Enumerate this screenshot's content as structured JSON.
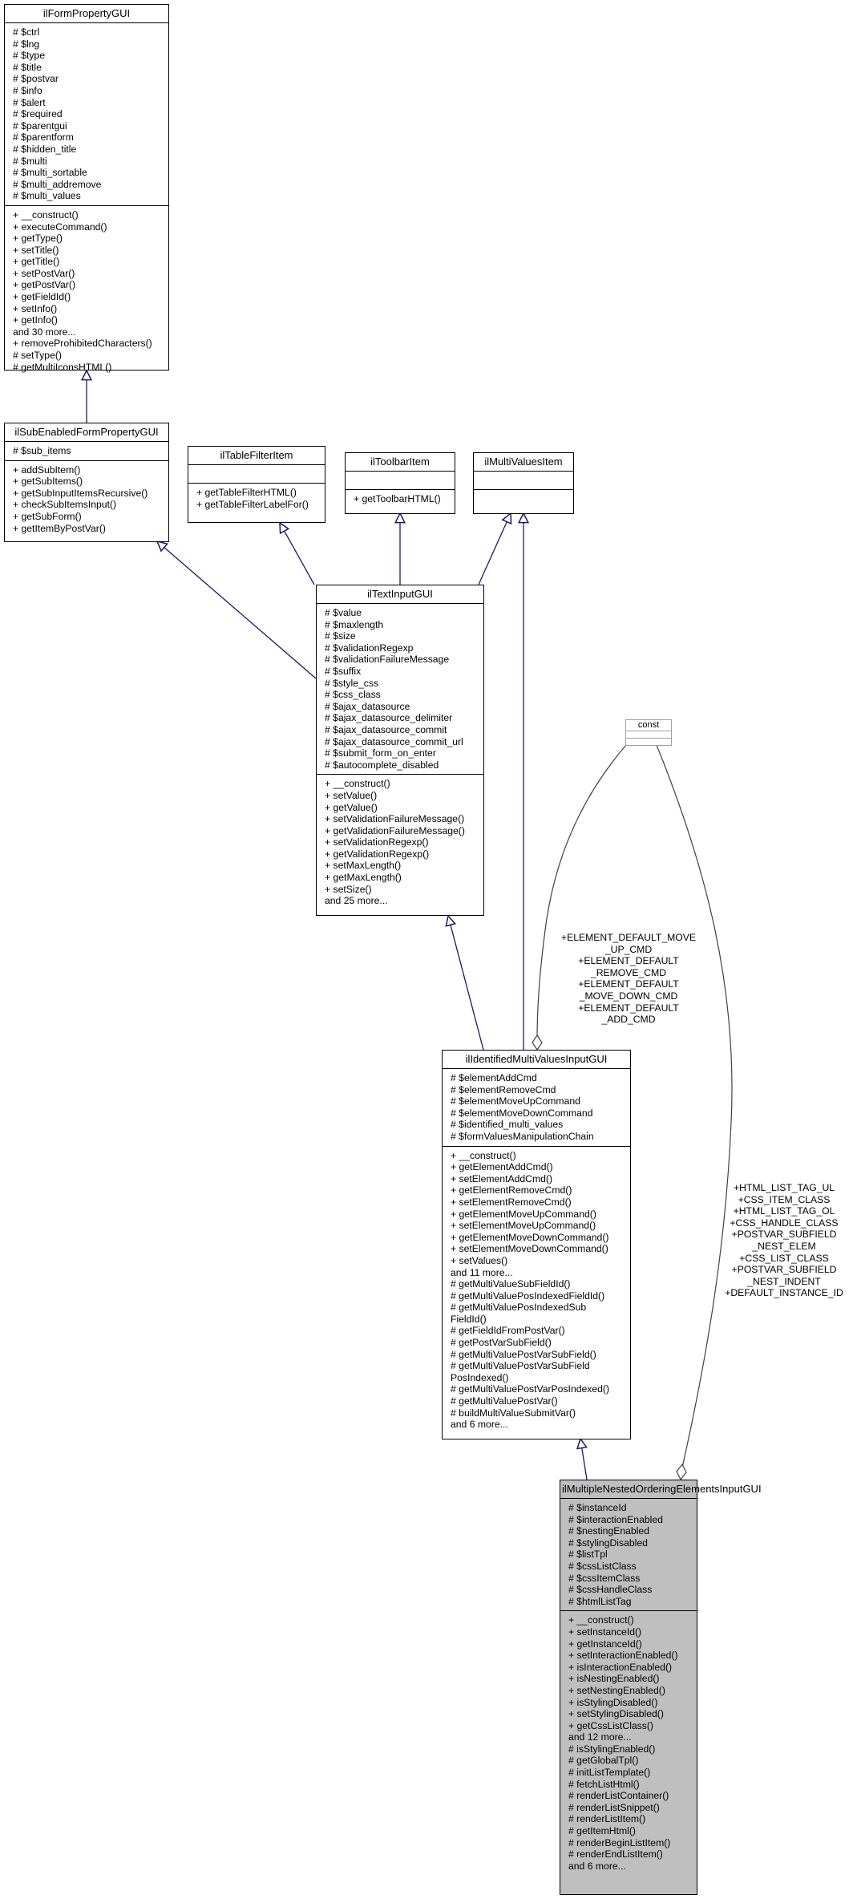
{
  "classes": {
    "ilFormPropertyGUI": {
      "name": "ilFormPropertyGUI",
      "attributes": [
        "# $ctrl",
        "# $lng",
        "# $type",
        "# $title",
        "# $postvar",
        "# $info",
        "# $alert",
        "# $required",
        "# $parentgui",
        "# $parentform",
        "# $hidden_title",
        "# $multi",
        "# $multi_sortable",
        "# $multi_addremove",
        "# $multi_values"
      ],
      "methods": [
        "+ __construct()",
        "+ executeCommand()",
        "+ getType()",
        "+ setTitle()",
        "+ getTitle()",
        "+ setPostVar()",
        "+ getPostVar()",
        "+ getFieldId()",
        "+ setInfo()",
        "+ getInfo()",
        "and 30 more...",
        "+ removeProhibitedCharacters()",
        "# setType()",
        "# getMultiIconsHTML()"
      ]
    },
    "ilSubEnabledFormPropertyGUI": {
      "name": "ilSubEnabledFormPropertyGUI",
      "attributes": [
        "# $sub_items"
      ],
      "methods": [
        "+ addSubItem()",
        "+ getSubItems()",
        "+ getSubInputItemsRecursive()",
        "+ checkSubItemsInput()",
        "+ getSubForm()",
        "+ getItemByPostVar()"
      ]
    },
    "ilTableFilterItem": {
      "name": "ilTableFilterItem",
      "attributes": [],
      "methods": [
        "+ getTableFilterHTML()",
        "+ getTableFilterLabelFor()"
      ]
    },
    "ilToolbarItem": {
      "name": "ilToolbarItem",
      "attributes": [],
      "methods": [
        "+ getToolbarHTML()"
      ]
    },
    "ilMultiValuesItem": {
      "name": "ilMultiValuesItem",
      "attributes": [],
      "methods": []
    },
    "ilTextInputGUI": {
      "name": "ilTextInputGUI",
      "attributes": [
        "# $value",
        "# $maxlength",
        "# $size",
        "# $validationRegexp",
        "# $validationFailureMessage",
        "# $suffix",
        "# $style_css",
        "# $css_class",
        "# $ajax_datasource",
        "# $ajax_datasource_delimiter",
        "# $ajax_datasource_commit",
        "# $ajax_datasource_commit_url",
        "# $submit_form_on_enter",
        "# $autocomplete_disabled"
      ],
      "methods": [
        "+ __construct()",
        "+ setValue()",
        "+ getValue()",
        "+ setValidationFailureMessage()",
        "+ getValidationFailureMessage()",
        "+ setValidationRegexp()",
        "+ getValidationRegexp()",
        "+ setMaxLength()",
        "+ getMaxLength()",
        "+ setSize()",
        "and 25 more..."
      ]
    },
    "const": {
      "name": "const",
      "attributes": [],
      "methods": []
    },
    "ilIdentifiedMultiValuesInputGUI": {
      "name": "ilIdentifiedMultiValuesInputGUI",
      "attributes": [
        "# $elementAddCmd",
        "# $elementRemoveCmd",
        "# $elementMoveUpCommand",
        "# $elementMoveDownCommand",
        "# $identified_multi_values",
        "# $formValuesManipulationChain"
      ],
      "methods": [
        "+ __construct()",
        "+ getElementAddCmd()",
        "+ setElementAddCmd()",
        "+ getElementRemoveCmd()",
        "+ setElementRemoveCmd()",
        "+ getElementMoveUpCommand()",
        "+ setElementMoveUpCommand()",
        "+ getElementMoveDownCommand()",
        "+ setElementMoveDownCommand()",
        "+ setValues()",
        "and 11 more...",
        "# getMultiValueSubFieldId()",
        "# getMultiValuePosIndexedFieldId()",
        "# getMultiValuePosIndexedSub",
        "FieldId()",
        "# getFieldIdFromPostVar()",
        "# getPostVarSubField()",
        "# getMultiValuePostVarSubField()",
        "# getMultiValuePostVarSubField",
        "PosIndexed()",
        "# getMultiValuePostVarPosIndexed()",
        "# getMultiValuePostVar()",
        "# buildMultiValueSubmitVar()",
        "and 6 more..."
      ]
    },
    "ilMultipleNestedOrderingElementsInputGUI": {
      "name_lines": [
        "ilMultipleNestedOrdering",
        "ElementsInputGUI"
      ],
      "attributes": [
        "# $instanceId",
        "# $interactionEnabled",
        "# $nestingEnabled",
        "# $stylingDisabled",
        "# $listTpl",
        "# $cssListClass",
        "# $cssItemClass",
        "# $cssHandleClass",
        "# $htmlListTag"
      ],
      "methods": [
        "+ __construct()",
        "+ setInstanceId()",
        "+ getInstanceId()",
        "+ setInteractionEnabled()",
        "+ isInteractionEnabled()",
        "+ isNestingEnabled()",
        "+ setNestingEnabled()",
        "+ isStylingDisabled()",
        "+ setStylingDisabled()",
        "+ getCssListClass()",
        "and 12 more...",
        "# isStylingEnabled()",
        "# getGlobalTpl()",
        "# initListTemplate()",
        "# fetchListHtml()",
        "# renderListContainer()",
        "# renderListSnippet()",
        "# renderListItem()",
        "# getItemHtml()",
        "# renderBeginListItem()",
        "# renderEndListItem()",
        "and 6 more..."
      ]
    }
  },
  "edge_labels": {
    "const_to_identified": [
      "+ELEMENT_DEFAULT_MOVE",
      "_UP_CMD",
      "+ELEMENT_DEFAULT",
      "_REMOVE_CMD",
      "+ELEMENT_DEFAULT",
      "_MOVE_DOWN_CMD",
      "+ELEMENT_DEFAULT",
      "_ADD_CMD"
    ],
    "const_to_nested": [
      "+HTML_LIST_TAG_UL",
      "+CSS_ITEM_CLASS",
      "+HTML_LIST_TAG_OL",
      "+CSS_HANDLE_CLASS",
      "+POSTVAR_SUBFIELD",
      "_NEST_ELEM",
      "+CSS_LIST_CLASS",
      "+POSTVAR_SUBFIELD",
      "_NEST_INDENT",
      "+DEFAULT_INSTANCE_ID"
    ]
  },
  "colors": {
    "inheritance_edge": "#191970",
    "usage_edge": "#404040",
    "highlight_fill": "#bfbfbf",
    "const_border": "#a0a0a0"
  }
}
